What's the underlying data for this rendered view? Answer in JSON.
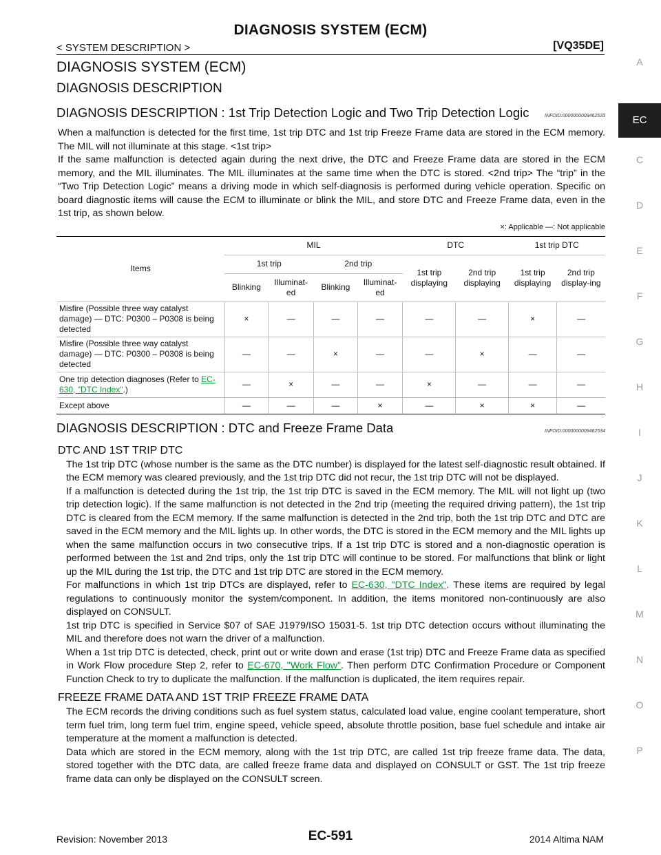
{
  "header": {
    "title": "DIAGNOSIS SYSTEM (ECM)",
    "section": "< SYSTEM DESCRIPTION >",
    "engine": "[VQ35DE]"
  },
  "side_index": {
    "letters": [
      "A",
      "C",
      "D",
      "E",
      "F",
      "G",
      "H",
      "I",
      "J",
      "K",
      "L",
      "M",
      "N",
      "O",
      "P"
    ],
    "active": "EC"
  },
  "page": {
    "h1": "DIAGNOSIS SYSTEM (ECM)",
    "h2": "DIAGNOSIS DESCRIPTION",
    "sec1": {
      "title": "DIAGNOSIS DESCRIPTION : 1st Trip Detection Logic and Two Trip Detection Logic",
      "infoid": "INFOID:0000000009462533",
      "p1": "When a malfunction is detected for the first time, 1st trip DTC and 1st trip Freeze Frame data are stored in the ECM memory. The MIL will not illuminate at this stage. <1st trip>",
      "p2": "If the same malfunction is detected again during the next drive, the DTC and Freeze Frame data are stored in the ECM memory, and the MIL illuminates. The MIL illuminates at the same time when the DTC is stored. <2nd trip> The “trip” in the “Two Trip Detection Logic” means a driving mode in which self-diagnosis is performed during vehicle operation. Specific on board diagnostic items will cause the ECM to illuminate or blink the MIL, and store DTC and Freeze Frame data, even in the 1st trip, as shown below.",
      "legend": "×: Applicable    —: Not applicable"
    },
    "table": {
      "items_header": "Items",
      "group_headers": [
        "MIL",
        "DTC",
        "1st trip DTC"
      ],
      "trip_headers": [
        "1st trip",
        "2nd trip"
      ],
      "mil_subheaders": [
        "Blinking",
        "Illuminat-ed",
        "Blinking",
        "Illuminat-ed"
      ],
      "dtc_subheaders": [
        "1st trip displaying",
        "2nd trip displaying"
      ],
      "trip_dtc_subheaders": [
        "1st trip displaying",
        "2nd trip display-ing"
      ],
      "rows": [
        {
          "item": "Misfire (Possible three way catalyst damage) — DTC: P0300 – P0308 is being detected",
          "cells": [
            "×",
            "—",
            "—",
            "—",
            "—",
            "—",
            "×",
            "—"
          ]
        },
        {
          "item": "Misfire (Possible three way catalyst damage) — DTC: P0300 – P0308 is being detected",
          "cells": [
            "—",
            "—",
            "×",
            "—",
            "—",
            "×",
            "—",
            "—"
          ]
        },
        {
          "item_pre": "One trip detection diagnoses (Refer to ",
          "item_link": "EC-630, \"DTC Index\"",
          "item_post": ".)",
          "cells": [
            "—",
            "×",
            "—",
            "—",
            "×",
            "—",
            "—",
            "—"
          ]
        },
        {
          "item": "Except above",
          "cells": [
            "—",
            "—",
            "—",
            "×",
            "—",
            "×",
            "×",
            "—"
          ]
        }
      ]
    },
    "sec2": {
      "title": "DIAGNOSIS DESCRIPTION : DTC and Freeze Frame Data",
      "infoid": "INFOID:0000000009462534",
      "sub1": "DTC AND 1ST TRIP DTC",
      "p1": "The 1st trip DTC (whose number is the same as the DTC number) is displayed for the latest self-diagnostic result obtained. If the ECM memory was cleared previously, and the 1st trip DTC did not recur, the 1st trip DTC will not be displayed.",
      "p2": "If a malfunction is detected during the 1st trip, the 1st trip DTC is saved in the ECM memory. The MIL will not light up (two trip detection logic). If the same malfunction is not detected in the 2nd trip (meeting the required driving pattern), the 1st trip DTC is cleared from the ECM memory. If the same malfunction is detected in the 2nd trip, both the 1st trip DTC and DTC are saved in the ECM memory and the MIL lights up. In other words, the DTC is stored in the ECM memory and the MIL lights up when the same malfunction occurs in two consecutive trips. If a 1st trip DTC is stored and a non-diagnostic operation is performed between the 1st and 2nd trips, only the 1st trip DTC will continue to be stored. For malfunctions that blink or light up the MIL during the 1st trip, the DTC and 1st trip DTC are stored in the ECM memory.",
      "p3_pre": "For malfunctions in which 1st trip DTCs are displayed, refer to ",
      "p3_link": "EC-630, \"DTC Index\"",
      "p3_post": ". These items are required by legal regulations to continuously monitor the system/component. In addition, the items monitored non-continuously are also displayed on CONSULT.",
      "p4": "1st trip DTC is specified in Service $07 of SAE J1979/ISO 15031-5. 1st trip DTC detection occurs without illuminating the MIL and therefore does not warn the driver of a malfunction.",
      "p5_pre": "When a 1st trip DTC is detected, check, print out or write down and erase (1st trip) DTC and Freeze Frame data as specified in Work Flow procedure Step 2, refer to ",
      "p5_link": "EC-670, \"Work Flow\"",
      "p5_post": ". Then perform DTC Confirmation Procedure or Component Function Check to try to duplicate the malfunction. If the malfunction is duplicated, the item requires repair.",
      "sub2": "FREEZE FRAME DATA AND 1ST TRIP FREEZE FRAME DATA",
      "p6": "The ECM records the driving conditions such as fuel system status, calculated load value, engine coolant temperature, short term fuel trim, long term fuel trim, engine speed, vehicle speed, absolute throttle position, base fuel schedule and intake air temperature at the moment a malfunction is detected.",
      "p7": "Data which are stored in the ECM memory, along with the 1st trip DTC, are called 1st trip freeze frame data. The data, stored together with the DTC data, are called freeze frame data and displayed on CONSULT or GST. The 1st trip freeze frame data can only be displayed on the CONSULT screen."
    }
  },
  "footer": {
    "revision": "Revision: November 2013",
    "page_number": "EC-591",
    "model": "2014 Altima NAM"
  },
  "colors": {
    "link": "#0a9a3a",
    "side_tab": "#1f1f1f",
    "side_letter": "#9a9a9a"
  }
}
